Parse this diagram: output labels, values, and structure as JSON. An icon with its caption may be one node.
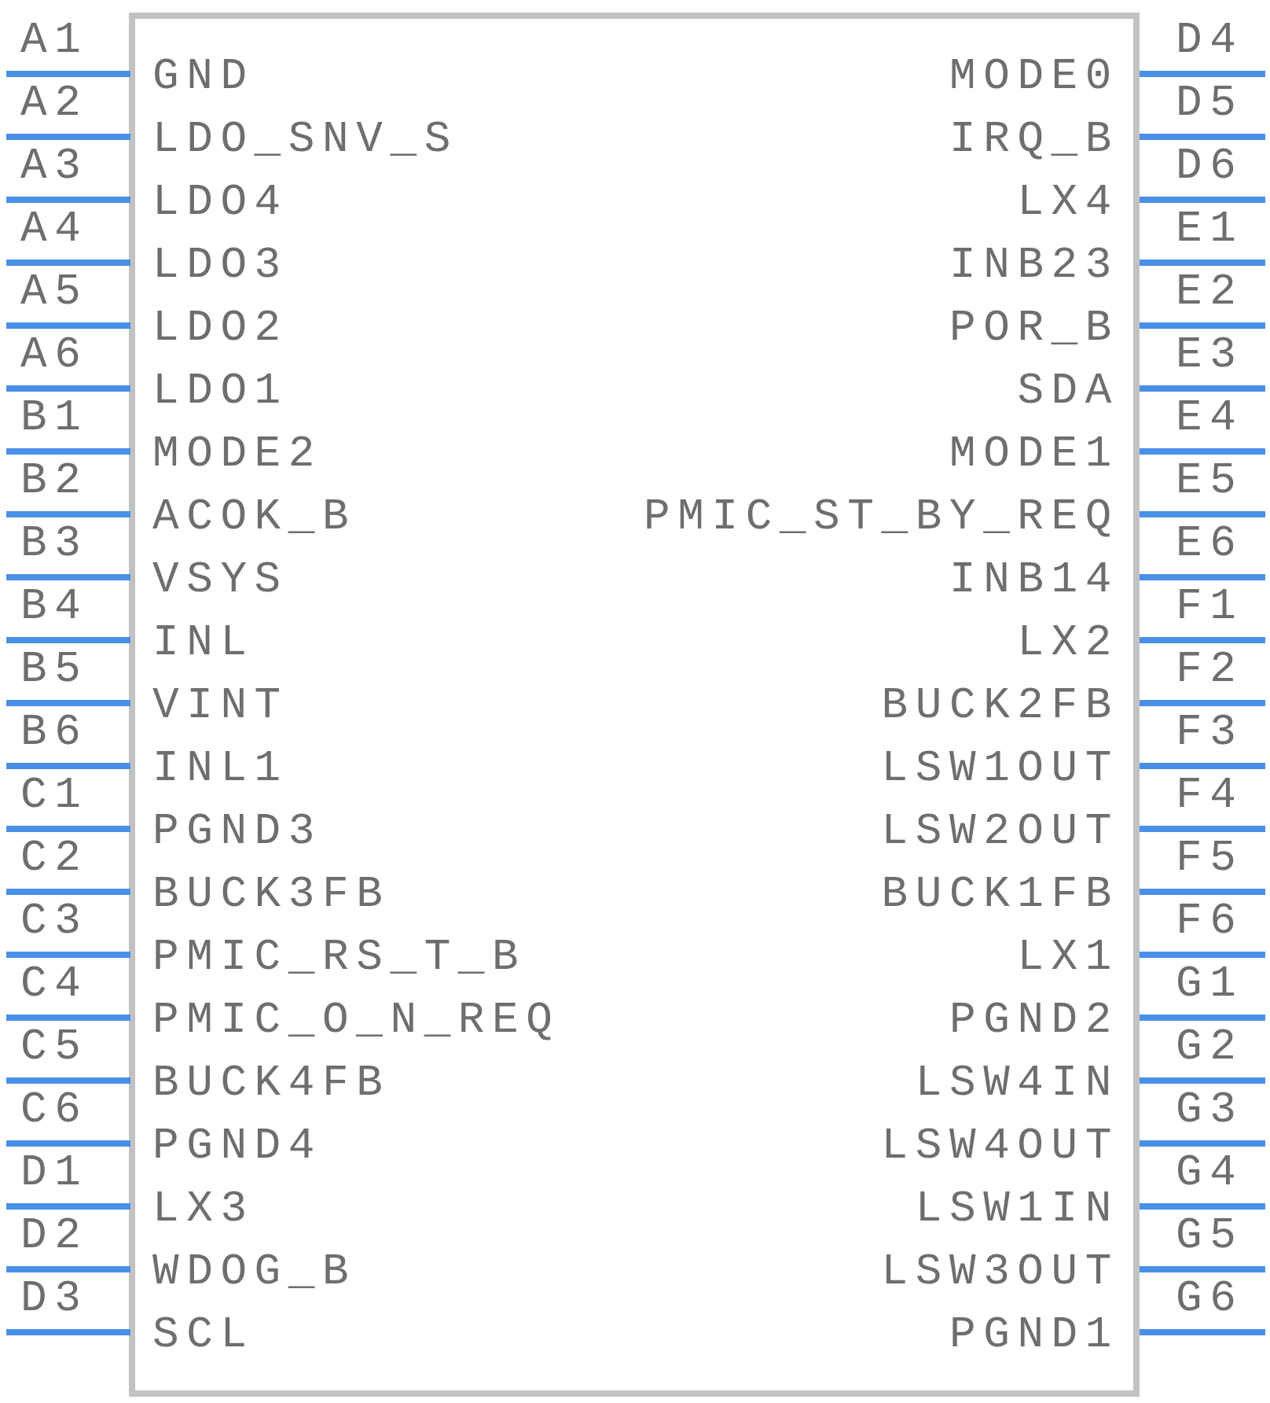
{
  "diagram": {
    "labels": [
      "A1",
      "GND",
      "A2",
      "LDO_SNV_S",
      "A3",
      "LDO4",
      "A4",
      "LDO3",
      "A5",
      "LDO2",
      "A6",
      "LDO1",
      "B1",
      "MODE2",
      "B2",
      "ACOK_B",
      "B3",
      "VSYS",
      "B4",
      "INL",
      "B5",
      "VINT",
      "B6",
      "INL1",
      "C1",
      "PGND3",
      "C2",
      "BUCK3FB",
      "C3",
      "PMIC_RS_T_B",
      "C4",
      "PMIC_O_N_REQ",
      "C5",
      "BUCK4FB",
      "C6",
      "PGND4",
      "D1",
      "LX3",
      "D2",
      "WDOG_B",
      "D3",
      "SCL",
      "D4",
      "MODE0",
      "D5",
      "IRQ_B",
      "D6",
      "LX4",
      "E1",
      "INB23",
      "E2",
      "POR_B",
      "E3",
      "SDA",
      "E4",
      "MODE1",
      "E5",
      "PMIC_ST_BY_REQ",
      "E6",
      "INB14",
      "F1",
      "LX2",
      "F2",
      "BUCK2FB",
      "F3",
      "LSW1OUT",
      "F4",
      "LSW2OUT",
      "F5",
      "BUCK1FB",
      "F6",
      "LX1",
      "G1",
      "PGND2",
      "G2",
      "LSW4IN",
      "G3",
      "LSW4OUT",
      "G4",
      "LSW1IN",
      "G5",
      "LSW3OUT",
      "G6",
      "PGND1"
    ]
  }
}
